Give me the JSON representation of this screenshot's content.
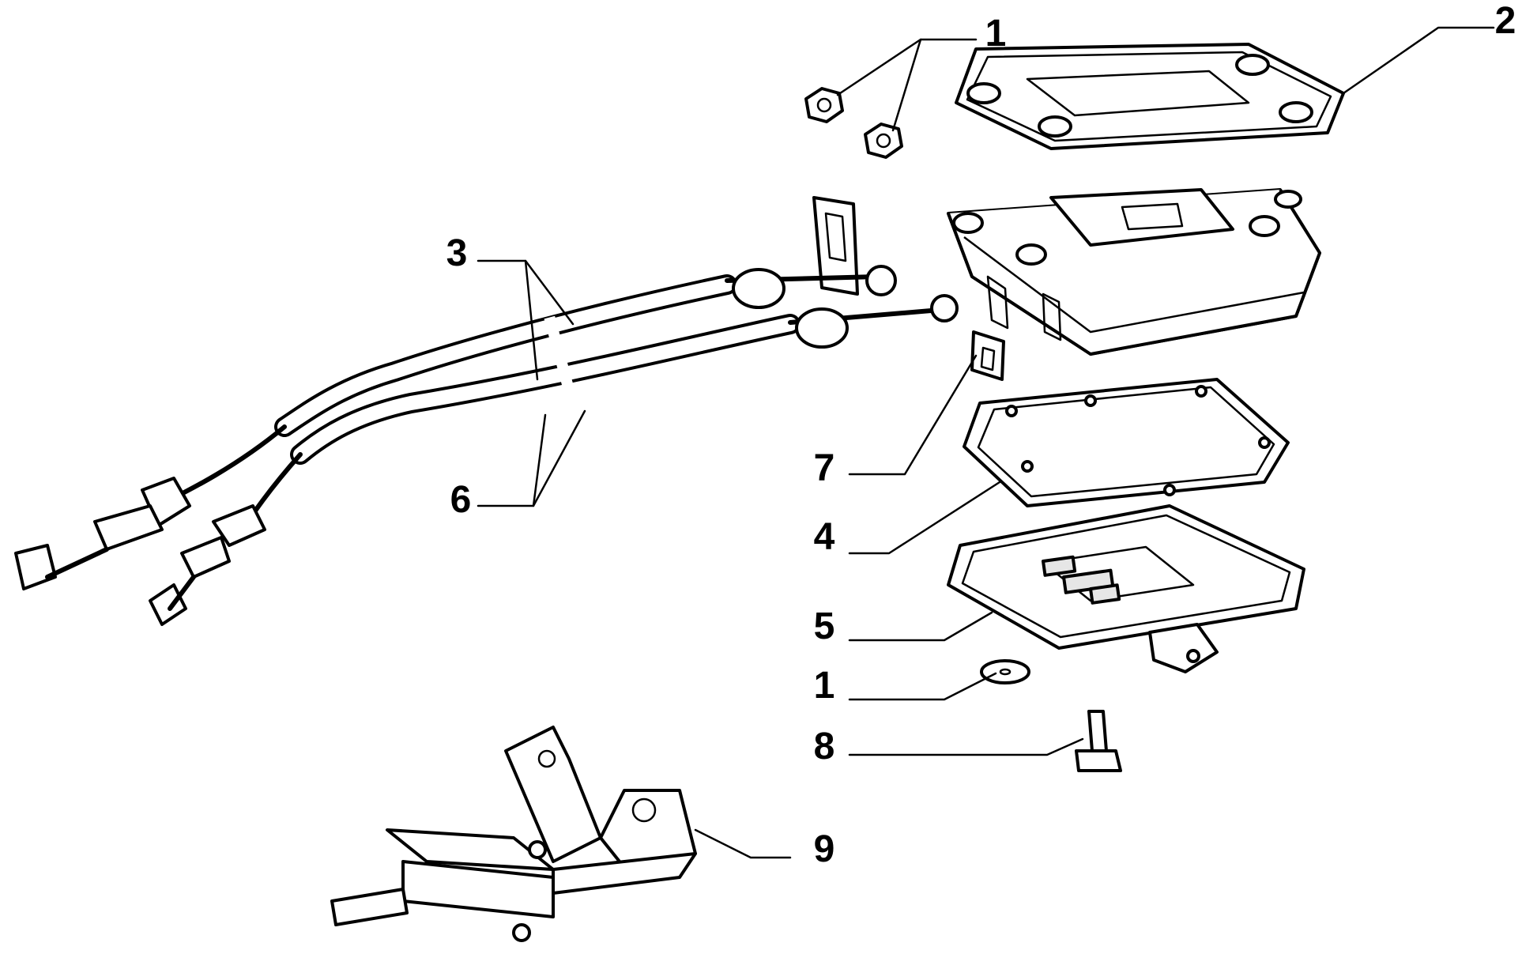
{
  "diagram": {
    "callouts": [
      {
        "id": "c1-top",
        "label": "1"
      },
      {
        "id": "c2",
        "label": "2"
      },
      {
        "id": "c3",
        "label": "3"
      },
      {
        "id": "c6",
        "label": "6"
      },
      {
        "id": "c7",
        "label": "7"
      },
      {
        "id": "c4",
        "label": "4"
      },
      {
        "id": "c5",
        "label": "5"
      },
      {
        "id": "c1-bottom",
        "label": "1"
      },
      {
        "id": "c8",
        "label": "8"
      },
      {
        "id": "c9",
        "label": "9"
      }
    ]
  }
}
